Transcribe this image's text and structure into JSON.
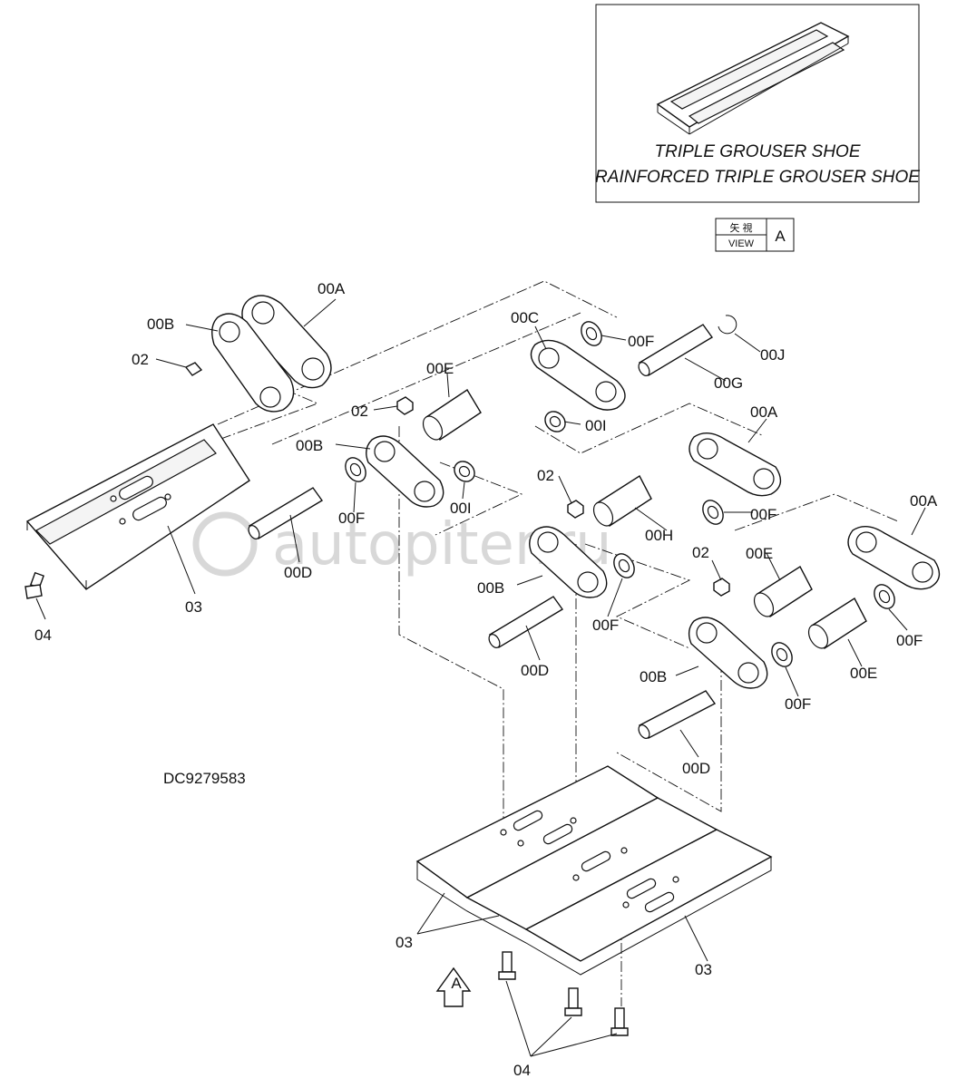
{
  "inset": {
    "title_line1": "TRIPLE GROUSER SHOE",
    "title_line2": "RAINFORCED TRIPLE GROUSER SHOE"
  },
  "view_box": {
    "jp_chars": "矢 視",
    "view_word": "VIEW",
    "letter": "A"
  },
  "drawing_number": "DC9279583",
  "watermark": "autopiter.ru",
  "arrow_label": "A",
  "labels": {
    "l00A_1": "00A",
    "l00A_2": "00A",
    "l00A_3": "00A",
    "l00B_1": "00B",
    "l00B_2": "00B",
    "l00B_3": "00B",
    "l00B_4": "00B",
    "l00C": "00C",
    "l00D_1": "00D",
    "l00D_2": "00D",
    "l00D_3": "00D",
    "l00E_1": "00E",
    "l00E_2": "00E",
    "l00E_3": "00E",
    "l00F_1": "00F",
    "l00F_2": "00F",
    "l00F_3": "00F",
    "l00F_4": "00F",
    "l00F_5": "00F",
    "l00F_6": "00F",
    "l00G": "00G",
    "l00H": "00H",
    "l00I_1": "00I",
    "l00I_2": "00I",
    "l00J": "00J",
    "l02_1": "02",
    "l02_2": "02",
    "l02_3": "02",
    "l02_4": "02",
    "l03_1": "03",
    "l03_2": "03",
    "l03_3": "03",
    "l04_1": "04",
    "l04_2": "04"
  }
}
